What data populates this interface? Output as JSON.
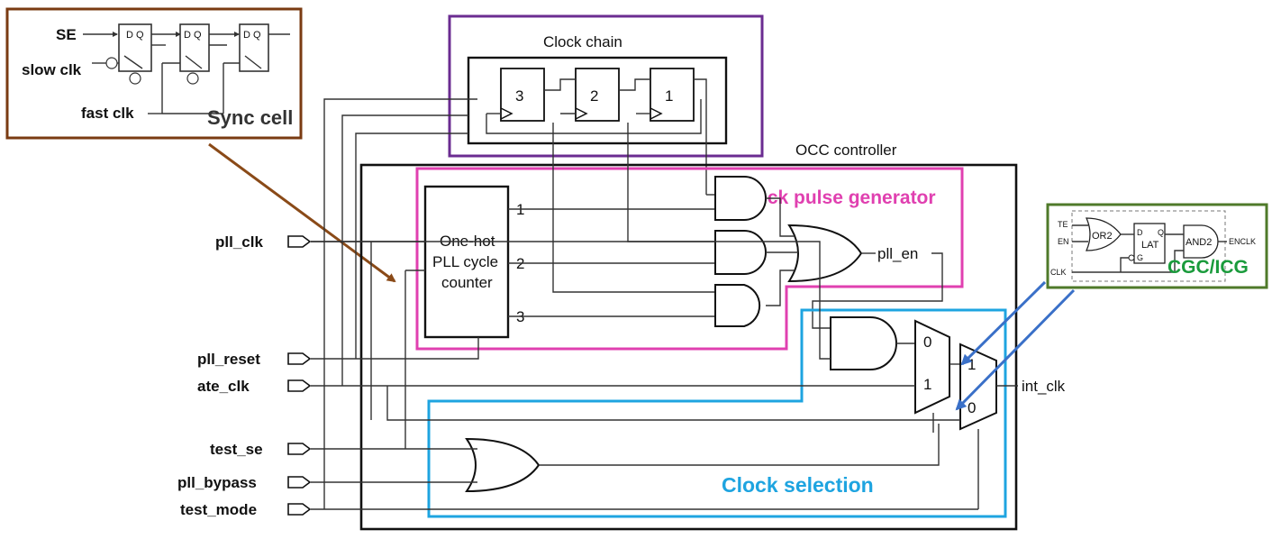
{
  "colors": {
    "sync_box": "#7a3b12",
    "clock_chain_box": "#6b2c91",
    "pulse_box": "#e040b0",
    "selection_box": "#1ea4e0",
    "cgc_box": "#4f7a2a",
    "arrow_brown": "#8a4a18",
    "arrow_blue": "#3a70c8",
    "sync_label": "#333333",
    "pulse_label": "#e040b0",
    "selection_label": "#1ea4e0",
    "cgc_label": "#1a9b3c"
  },
  "sync_cell": {
    "label": "Sync cell",
    "se": "SE",
    "slow_clk": "slow clk",
    "fast_clk": "fast clk",
    "ff_label": "D Q"
  },
  "clock_chain": {
    "title": "Clock chain",
    "stages": [
      "3",
      "2",
      "1"
    ]
  },
  "occ": {
    "title": "OCC controller"
  },
  "counter": {
    "lines": [
      "One-hot",
      "PLL cycle",
      "counter"
    ],
    "outputs": [
      "1",
      "2",
      "3"
    ]
  },
  "pulse_generator": {
    "label": "Clock pulse generator",
    "output": "pll_en"
  },
  "clock_selection": {
    "label": "Clock selection",
    "mux1_inputs": [
      "0",
      "1"
    ],
    "mux2_inputs": [
      "1",
      "0"
    ],
    "output": "int_clk"
  },
  "inputs": [
    "pll_clk",
    "pll_reset",
    "ate_clk",
    "test_se",
    "pll_bypass",
    "test_mode"
  ],
  "cgc": {
    "label": "CGC/ICG",
    "te": "TE",
    "en": "EN",
    "clk": "CLK",
    "or_label": "OR2",
    "latch_label": "LAT",
    "latch_d": "D",
    "latch_q": "Q",
    "latch_g": "G",
    "and_label": "AND2",
    "out": "ENCLK"
  }
}
